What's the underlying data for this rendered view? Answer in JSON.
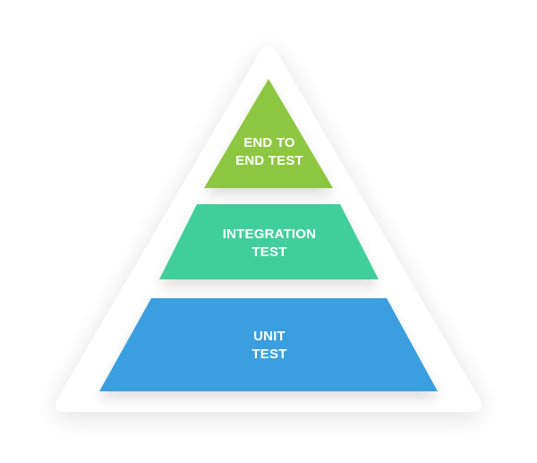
{
  "tiers": [
    {
      "line1": "END TO",
      "line2": "END TEST",
      "color": "#8dc63f"
    },
    {
      "line1": "INTEGRATION",
      "line2": "TEST",
      "color": "#3fcf9a"
    },
    {
      "line1": "UNIT",
      "line2": "TEST",
      "color": "#3b9fdf"
    }
  ],
  "colors": {
    "background": "#ffffff",
    "frame": "#ffffff",
    "text": "#ffffff"
  }
}
